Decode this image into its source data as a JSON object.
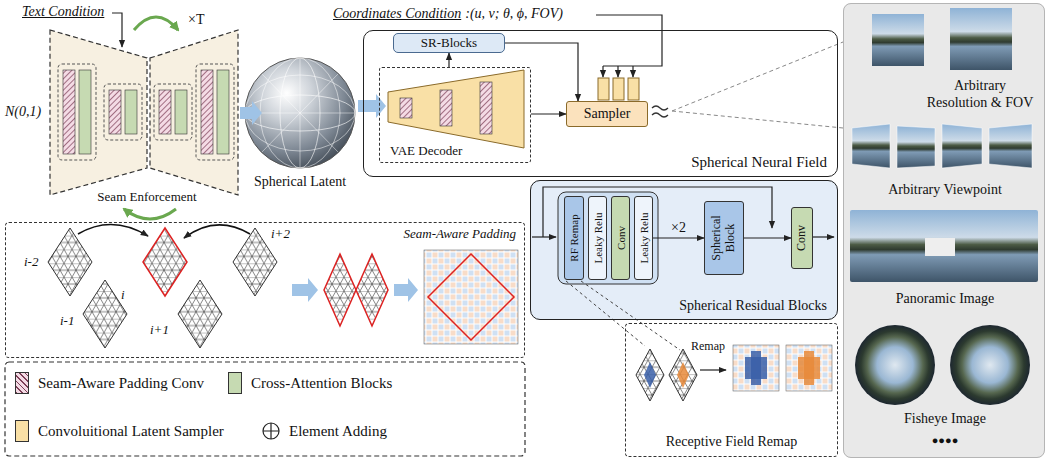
{
  "diagram": {
    "nodes": [
      {
        "text": [
          "Spherical Neural Field"
        ]
      },
      {
        "text": [
          "SR-Blocks"
        ],
        "in": 0
      },
      {
        "text": [
          "VAE Decoder"
        ],
        "in": 0
      },
      {
        "text": [
          "Sampler"
        ],
        "in": 0
      },
      {
        "text": [
          "Seam-Aware Padding"
        ]
      },
      {
        "text": [
          "Spherical Residual Blocks"
        ]
      },
      {
        "text": [
          "RF Remap"
        ],
        "in": 5
      },
      {
        "text": [
          "Leaky Relu"
        ],
        "in": 5
      },
      {
        "text": [
          "Conv"
        ],
        "in": 5
      },
      {
        "text": [
          "Leaky Relu"
        ],
        "in": 5
      },
      {
        "text": [
          "Spherical Block"
        ],
        "in": 5
      },
      {
        "text": [
          "Conv"
        ],
        "in": 5
      },
      {
        "text": [
          "Receptive Field Remap"
        ]
      },
      {
        "text": [
          "Arbitrary Resolution & FOV",
          "Arbitrary Viewpoint",
          "Panoramic Image",
          "Fisheye Image",
          "●●●●"
        ]
      }
    ],
    "edges": [
      {
        "from": 2,
        "to": 3,
        "arrow": "to"
      },
      {
        "from": 2,
        "to": 1,
        "arrow": "to"
      },
      {
        "from": 1,
        "to": 3,
        "arrow": "to"
      },
      {
        "from": 9,
        "to": 10,
        "label": "×2",
        "arrow": "to"
      },
      {
        "from": 10,
        "to": 11,
        "arrow": "to"
      }
    ],
    "labels": [
      "Text Condition",
      "Coordinates Condition",
      ":(u, v; θ, ϕ, FOV)",
      "N(0,1)",
      "×T",
      "Seam Enforcement",
      "Spherical Latent",
      "i-2",
      "i",
      "i+2",
      "i-1",
      "i+1",
      "Remap"
    ],
    "legend": [
      {
        "text": "Seam-Aware Padding Conv"
      },
      {
        "text": "Cross-Attention Blocks",
        "color": "#c6dab2"
      },
      {
        "text": "Convoluitional Latent Sampler",
        "color": "#f9e0a6"
      },
      {
        "text": "Element Adding"
      }
    ]
  }
}
